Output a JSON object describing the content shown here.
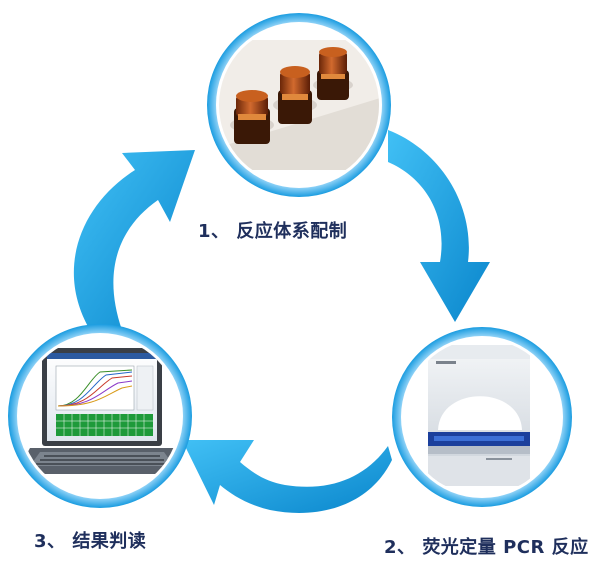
{
  "steps": [
    {
      "number": "1、",
      "text": "反应体系配制",
      "image": "reaction-tubes-photo"
    },
    {
      "number": "2、",
      "text": "荧光定量 PCR 反应",
      "image": "pcr-instrument-photo"
    },
    {
      "number": "3、",
      "text": "结果判读",
      "image": "laptop-amplification-curves-photo"
    }
  ],
  "colors": {
    "arrow": "#19a2e6",
    "arrow_dark": "#0b7fc4",
    "circle_ring": "#2aa8ea",
    "circle_ring_light": "#bfe6fb",
    "label_text": "#1f2f5c"
  },
  "icons": [
    "cycle-arrow-icon"
  ]
}
